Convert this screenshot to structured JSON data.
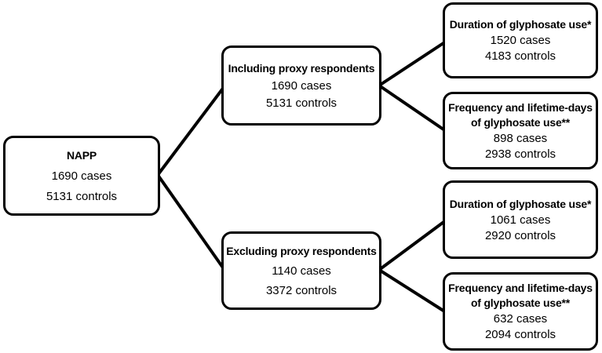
{
  "diagram": {
    "type": "flowchart",
    "colors": {
      "background": "#ffffff",
      "box_border": "#000000",
      "box_fill": "#ffffff",
      "line": "#000000",
      "text": "#000000"
    },
    "nodes": {
      "napp": {
        "title": "NAPP",
        "cases": "1690 cases",
        "controls": "5131 controls"
      },
      "including_proxy": {
        "title": "Including proxy respondents",
        "cases": "1690 cases",
        "controls": "5131 controls"
      },
      "excluding_proxy": {
        "title": "Excluding proxy respondents",
        "cases": "1140 cases",
        "controls": "3372 controls"
      },
      "including_duration": {
        "title": "Duration of glyphosate use*",
        "cases": "1520 cases",
        "controls": "4183 controls"
      },
      "including_frequency": {
        "title": [
          "Frequency and lifetime-days",
          "of glyphosate use**"
        ],
        "cases": "898 cases",
        "controls": "2938 controls"
      },
      "excluding_duration": {
        "title": "Duration of glyphosate use*",
        "cases": "1061 cases",
        "controls": "2920 controls"
      },
      "excluding_frequency": {
        "title": [
          "Frequency and lifetime-days",
          "of glyphosate use**"
        ],
        "cases": "632 cases",
        "controls": "2094 controls"
      }
    },
    "edges": [
      {
        "from": "napp",
        "to": "including_proxy"
      },
      {
        "from": "napp",
        "to": "excluding_proxy"
      },
      {
        "from": "including_proxy",
        "to": "including_duration"
      },
      {
        "from": "including_proxy",
        "to": "including_frequency"
      },
      {
        "from": "excluding_proxy",
        "to": "excluding_duration"
      },
      {
        "from": "excluding_proxy",
        "to": "excluding_frequency"
      }
    ]
  }
}
